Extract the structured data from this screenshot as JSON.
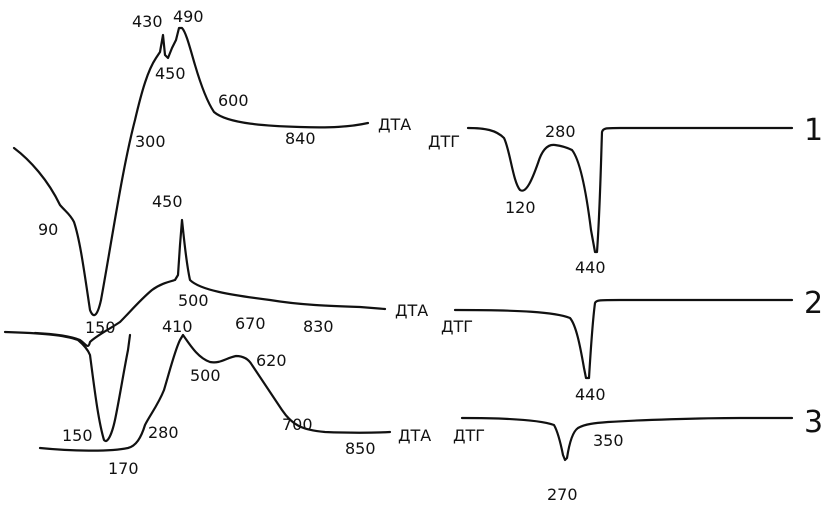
{
  "colors": {
    "ink": "#111111",
    "background": "#ffffff"
  },
  "curves": [
    {
      "number": "1",
      "dta": {
        "label": "ДТА",
        "temperatures": [
          "90",
          "150",
          "300",
          "430",
          "450",
          "490",
          "600",
          "840"
        ]
      },
      "dtg": {
        "label": "ДТГ",
        "temperatures": [
          "120",
          "280",
          "440"
        ]
      }
    },
    {
      "number": "2",
      "dta": {
        "label": "ДТА",
        "temperatures": [
          "150",
          "450",
          "500",
          "670",
          "830"
        ]
      },
      "dtg": {
        "label": "ДТГ",
        "temperatures": [
          "440"
        ]
      }
    },
    {
      "number": "3",
      "dta": {
        "label": "ДТА",
        "temperatures": [
          "150",
          "170",
          "280",
          "410",
          "500",
          "620",
          "700",
          "850"
        ]
      },
      "dtg": {
        "label": "ДТГ",
        "temperatures": [
          "270",
          "350"
        ]
      }
    }
  ]
}
